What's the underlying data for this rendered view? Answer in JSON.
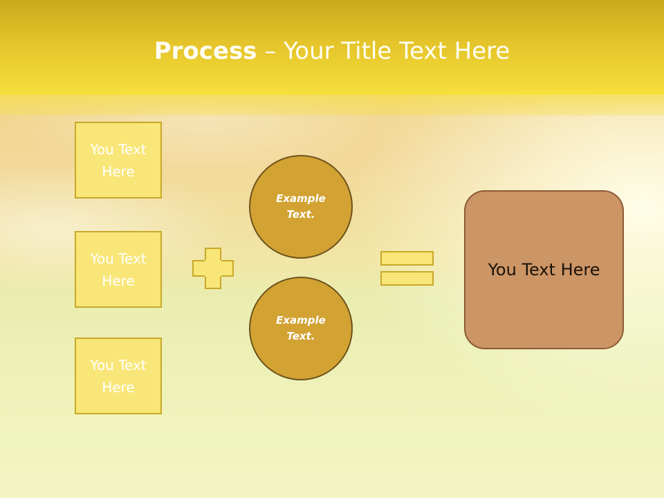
{
  "slide": {
    "title_bold": "Process",
    "title_rest": " – Your Title Text Here"
  },
  "left_boxes": [
    {
      "label": "You Text Here"
    },
    {
      "label": "You Text Here"
    },
    {
      "label": "You Text Here"
    }
  ],
  "circles": [
    {
      "label": "Example Text."
    },
    {
      "label": "Example Text."
    }
  ],
  "result": {
    "label": "You Text Here"
  },
  "operators": {
    "plus": "plus-icon",
    "equals": "equals-icon"
  },
  "colors": {
    "header": "#e4c42a",
    "box_fill": "#f8e678",
    "circle_fill": "#d2a233",
    "result_fill": "#cc9566"
  }
}
